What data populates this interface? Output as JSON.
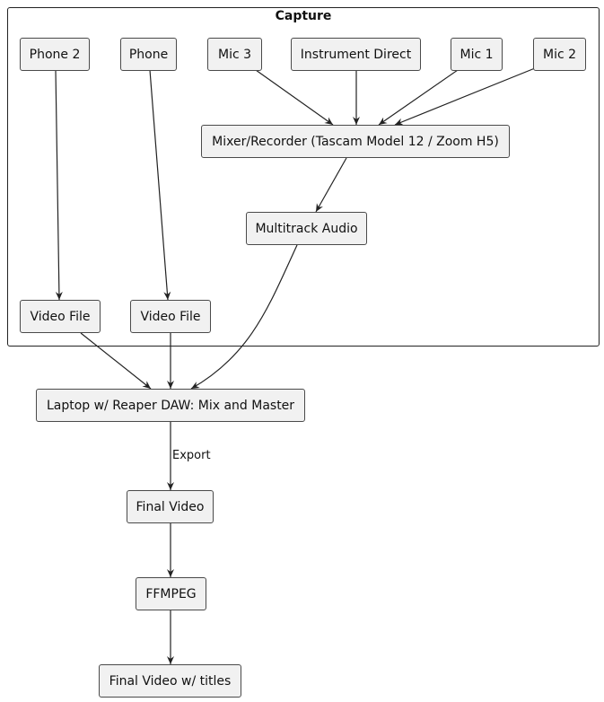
{
  "group": {
    "title": "Capture"
  },
  "nodes": {
    "phone2": "Phone 2",
    "phone": "Phone",
    "mic3": "Mic 3",
    "instrument_direct": "Instrument Direct",
    "mic1": "Mic 1",
    "mic2": "Mic 2",
    "mixer": "Mixer/Recorder (Tascam Model 12 / Zoom H5)",
    "multitrack": "Multitrack Audio",
    "video_file_1": "Video File",
    "video_file_2": "Video File",
    "laptop": "Laptop w/ Reaper DAW: Mix and Master",
    "final_video": "Final Video",
    "ffmpeg": "FFMPEG",
    "final_titles": "Final Video w/ titles"
  },
  "edges": {
    "export_label": "Export"
  }
}
